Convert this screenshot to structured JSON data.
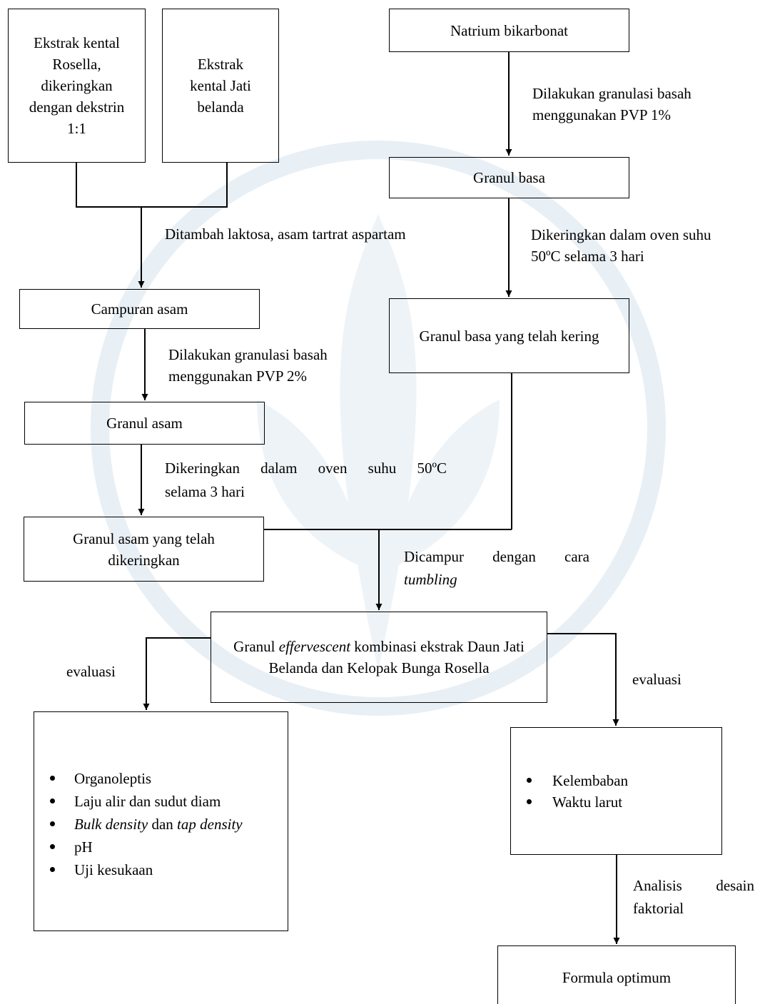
{
  "diagram": {
    "boxes": {
      "ekstrak_rosella": "Ekstrak kental Rosella, dikeringkan dengan dekstrin 1:1",
      "ekstrak_jati": "Ekstrak kental Jati belanda",
      "natrium": "Natrium bikarbonat",
      "granul_basa": "Granul basa",
      "campuran_asam": "Campuran asam",
      "granul_basa_kering": "Granul basa yang telah kering",
      "granul_asam": "Granul asam",
      "granul_asam_kering": "Granul asam yang telah dikeringkan",
      "granul_eff_pre": "Granul ",
      "granul_eff_em": "effervescent",
      "granul_eff_post": " kombinasi ekstrak Daun Jati Belanda dan Kelopak Bunga Rosella",
      "formula_optimum": "Formula optimum"
    },
    "labels": {
      "granulasi_basa_1": "Dilakukan granulasi basah menggunakan PVP 1%",
      "tambah_laktosa": "Ditambah laktosa, asam tartrat aspartam",
      "keringkan_basa": "Dikeringkan dalam oven suhu 50ºC selama 3 hari",
      "granulasi_basa_2": "Dilakukan granulasi basah menggunakan PVP 2%",
      "keringkan_asam_1": "Dikeringkan dalam oven suhu 50ºC",
      "keringkan_asam_2": "selama 3 hari",
      "dicampur_1": "Dicampur dengan cara",
      "dicampur_2": "tumbling",
      "evaluasi_left": "evaluasi",
      "evaluasi_right": "evaluasi",
      "analisis_1": "Analisis desain",
      "analisis_2": "faktorial"
    },
    "left_eval_list": {
      "item1": "Organoleptis",
      "item2": "Laju alir dan sudut diam",
      "item3_em1": "Bulk density",
      "item3_mid": " dan ",
      "item3_em2": "tap density",
      "item4": "pH",
      "item5": "Uji kesukaan"
    },
    "right_eval_list": {
      "item1": "Kelembaban",
      "item2": "Waktu larut"
    },
    "colors": {
      "line": "#000000",
      "watermark": "#e6eef4"
    }
  }
}
